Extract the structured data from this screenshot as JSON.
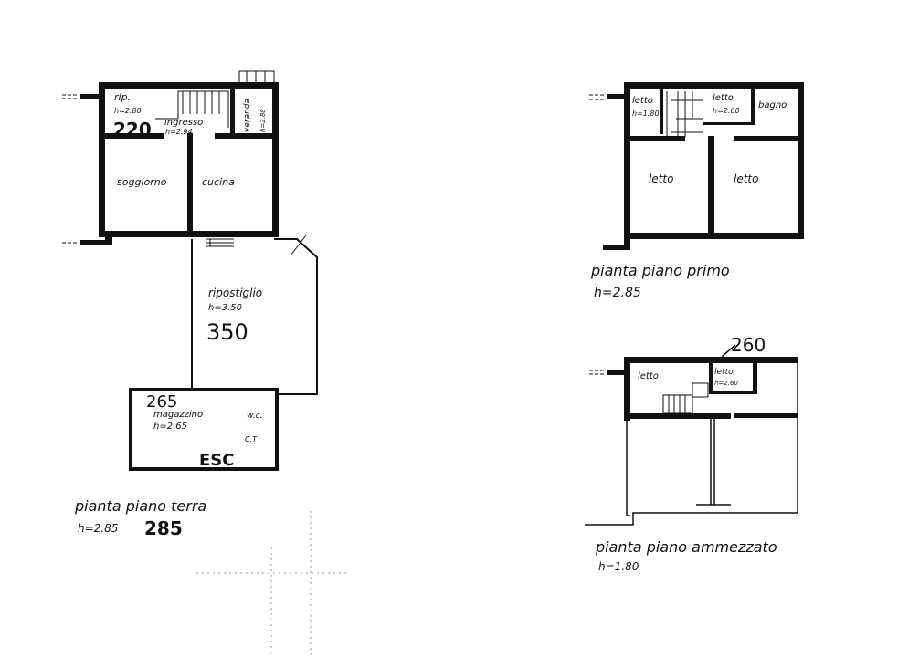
{
  "plans": {
    "ground": {
      "caption": "pianta piano terra",
      "height": "h=2.85",
      "dimension": "285",
      "rooms": {
        "rip": "rip.",
        "rip_h": "h=2.80",
        "rip_dim": "220",
        "ingresso": "ingresso",
        "ingresso_h": "h=2.94",
        "veranda": "veranda",
        "veranda_h": "h=2.88",
        "soggiorno": "soggiorno",
        "cucina": "cucina",
        "ripostiglio": "ripostiglio",
        "ripostiglio_h": "h=3.50",
        "ripostiglio_dim": "350",
        "magazzino": "magazzino",
        "magazzino_h": "h=2.65",
        "magazzino_dim": "265",
        "wc": "w.c.",
        "ct": "C.T",
        "esc": "ESC"
      }
    },
    "first": {
      "caption": "pianta piano primo",
      "height": "h=2.85",
      "rooms": {
        "letto1": "letto",
        "letto1_h": "h=1.80",
        "letto2": "letto",
        "letto2_h": "h=2.60",
        "bagno": "bagno",
        "letto3": "letto",
        "letto4": "letto"
      }
    },
    "mezzanine": {
      "caption": "pianta piano ammezzato",
      "height": "h=1.80",
      "dimension": "260",
      "rooms": {
        "letto1": "letto",
        "letto2": "letto",
        "letto2_h": "h=2.60"
      }
    }
  }
}
